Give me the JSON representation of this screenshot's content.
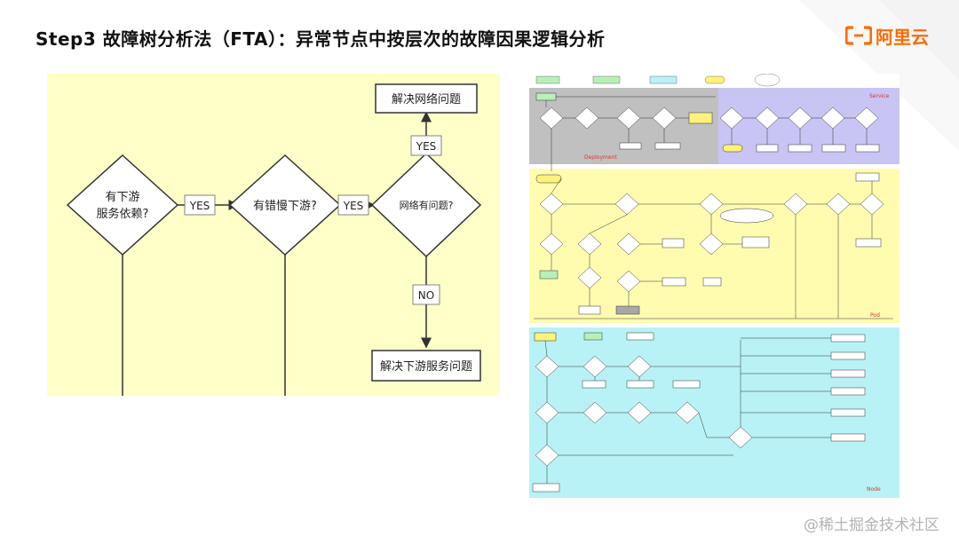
{
  "title": "Step3 故障树分析法（FTA）：异常节点中按层次的故障因果逻辑分析",
  "brand": {
    "name": "阿里云",
    "color": "#ff6a00"
  },
  "watermark": "@稀土掘金技术社区",
  "left_diagram": {
    "node_downstream_dep": [
      "有下游",
      "服务依赖?"
    ],
    "node_slow_downstream": "有错慢下游?",
    "node_network_issue": "网络有问题?",
    "box_fix_network": "解决网络问题",
    "box_fix_downstream": "解决下游服务问题",
    "label_yes": "YES",
    "label_no": "NO"
  },
  "right_diagram": {
    "section_deployment": "Deployment",
    "section_service": "Service",
    "section_pod": "Pod",
    "section_node": "Node",
    "colors": {
      "deployment": "#c0c0c0",
      "service": "#c8c4f4",
      "pod": "#fffcb0",
      "node": "#b8f2f6"
    }
  }
}
